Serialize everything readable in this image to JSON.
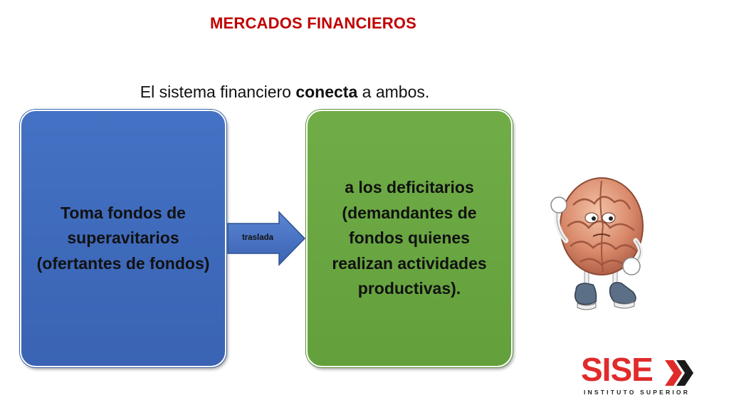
{
  "slide": {
    "title": "MERCADOS FINANCIEROS",
    "subtitle_pre": "El sistema financiero ",
    "subtitle_bold": "conecta",
    "subtitle_post": " a ambos."
  },
  "diagram": {
    "left_box": "Toma fondos de superavitarios (ofertantes de fondos)",
    "arrow_label": "traslada",
    "right_box": "a los deficitarios (demandantes de fondos quienes realizan actividades productivas)."
  },
  "logo": {
    "brand": "SISE",
    "tagline": "INSTITUTO SUPERIOR"
  },
  "colors": {
    "title": "#c00000",
    "left_box": "#4472c4",
    "right_box": "#70ad47",
    "arrow": "#4472c4",
    "brand": "#e02b2b"
  }
}
